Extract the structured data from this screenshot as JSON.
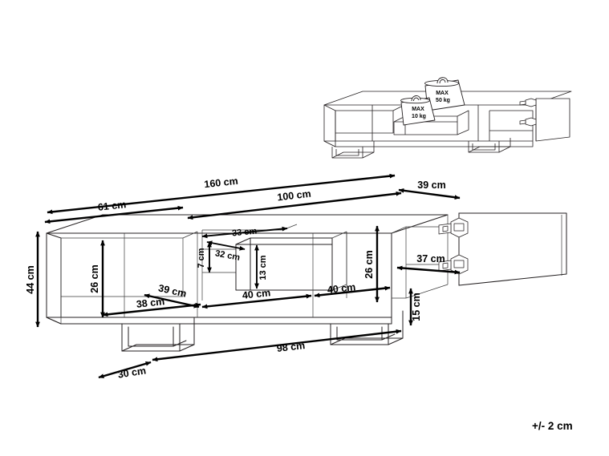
{
  "document": {
    "type": "furniture-dimension-drawing",
    "product": "TV stand / media cabinet",
    "background_color": "#ffffff",
    "line_color": "#231f20"
  },
  "tolerance": {
    "label": "+/- 2 cm"
  },
  "load_labels": [
    {
      "id": "drawer-load",
      "line1": "MAX",
      "line2": "10 kg"
    },
    {
      "id": "top-load",
      "line1": "MAX",
      "line2": "50 kg"
    }
  ],
  "dimensions": {
    "total_width": "160 cm",
    "right_span": "100 cm",
    "left_span": "61 cm",
    "depth": "39 cm",
    "total_height": "44 cm",
    "left_compartment_height": "26 cm",
    "right_compartment_height": "26 cm",
    "left_compartment_width": "38 cm",
    "left_compartment_depth": "39 cm",
    "drawer_outer_width": "33 cm",
    "drawer_inner_width": "32 cm",
    "drawer_gap": "7 cm",
    "drawer_height": "13 cm",
    "middle_compartment_width": "40 cm",
    "right_compartment_width": "40 cm",
    "door_inner_depth": "37 cm",
    "leg_height": "15 cm",
    "base_span": "98 cm",
    "base_offset": "30 cm"
  },
  "dimension_list": [
    {
      "key": "total_width",
      "value": "160 cm"
    },
    {
      "key": "right_span",
      "value": "100 cm"
    },
    {
      "key": "left_span",
      "value": "61 cm"
    },
    {
      "key": "depth",
      "value": "39 cm"
    },
    {
      "key": "total_height",
      "value": "44 cm"
    },
    {
      "key": "left_compartment_height",
      "value": "26 cm"
    },
    {
      "key": "right_compartment_height",
      "value": "26 cm"
    },
    {
      "key": "left_compartment_width",
      "value": "38 cm"
    },
    {
      "key": "left_compartment_depth",
      "value": "39 cm"
    },
    {
      "key": "drawer_outer_width",
      "value": "33 cm"
    },
    {
      "key": "drawer_inner_width",
      "value": "32 cm"
    },
    {
      "key": "drawer_gap",
      "value": "7 cm"
    },
    {
      "key": "drawer_height",
      "value": "13 cm"
    },
    {
      "key": "middle_compartment_width",
      "value": "40 cm"
    },
    {
      "key": "right_compartment_width",
      "value": "40 cm"
    },
    {
      "key": "door_inner_depth",
      "value": "37 cm"
    },
    {
      "key": "leg_height",
      "value": "15 cm"
    },
    {
      "key": "base_span",
      "value": "98 cm"
    },
    {
      "key": "base_offset",
      "value": "30 cm"
    }
  ]
}
